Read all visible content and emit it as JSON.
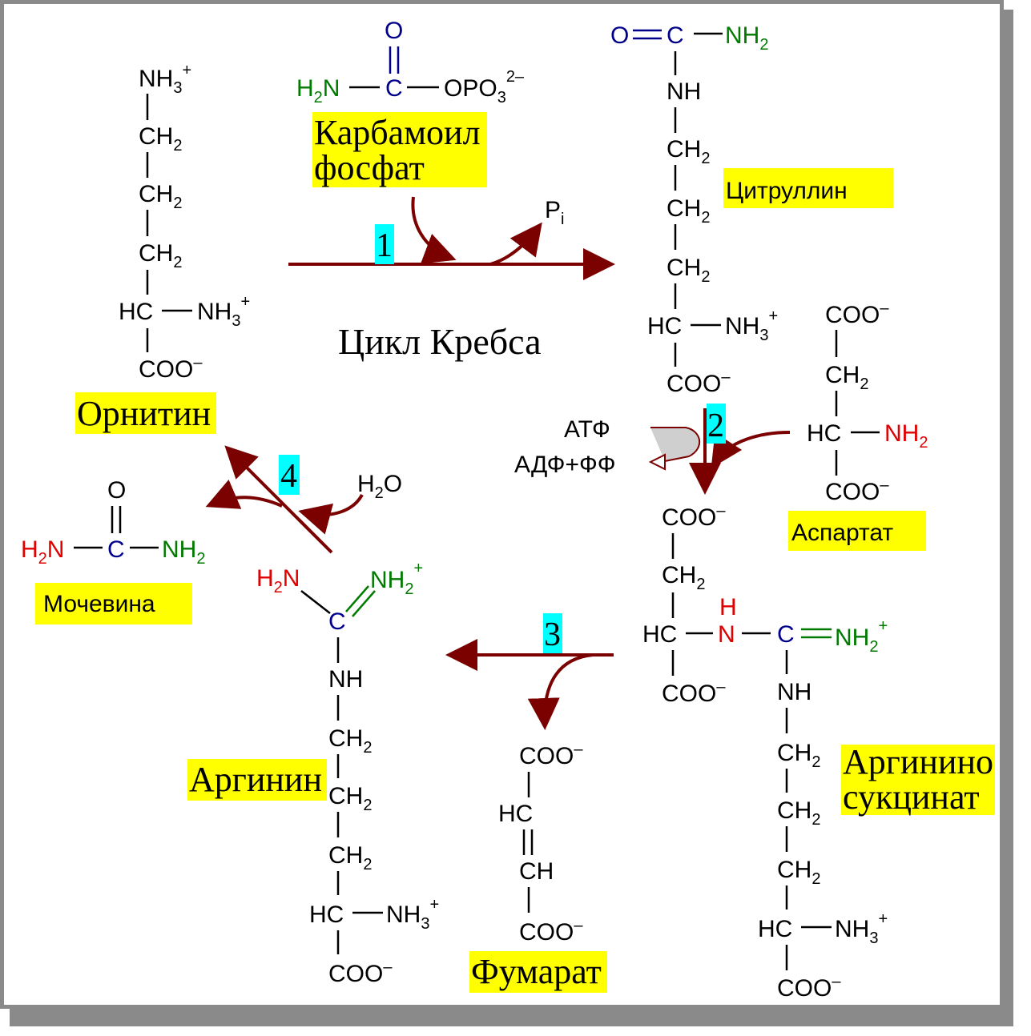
{
  "title": "Цикл Кребса",
  "labels": {
    "carbamoyl_line1": "Карбамоил",
    "carbamoyl_line2": "фосфат",
    "citrulline": "Цитруллин",
    "ornithine": "Орнитин",
    "aspartate": "Аспартат",
    "urea": "Мочевина",
    "arginine": "Аргинин",
    "argsucc_line1": "Аргинино",
    "argsucc_line2": "сукцинат",
    "fumarate": "Фумарат"
  },
  "steps": [
    "1",
    "2",
    "3",
    "4"
  ],
  "reagents": {
    "pi": "P",
    "pi_sub": "i",
    "atp": "АТФ",
    "adp": "АДФ+ФФ",
    "water": "H",
    "water_sub": "2",
    "water_o": "O"
  },
  "groups": {
    "nh3": "NH",
    "sub3": "3",
    "plus": "+",
    "ch2": "CH",
    "sub2": "2",
    "hc": "HC",
    "coo": "COO",
    "minus": "–",
    "o": "O",
    "c": "C",
    "nh": "NH",
    "n": "N",
    "h": "H",
    "h2": "H",
    "opo3": "OPO",
    "charge2": "2–",
    "ch": "CH"
  },
  "colors": {
    "arrow": "#7b0000",
    "highlight": "#ffff00",
    "step_badge": "#00ffff",
    "oxygen_carbon": "#00008b",
    "amino_green": "#007a00",
    "amino_red": "#e00000",
    "frame": "#8a8a8a"
  }
}
